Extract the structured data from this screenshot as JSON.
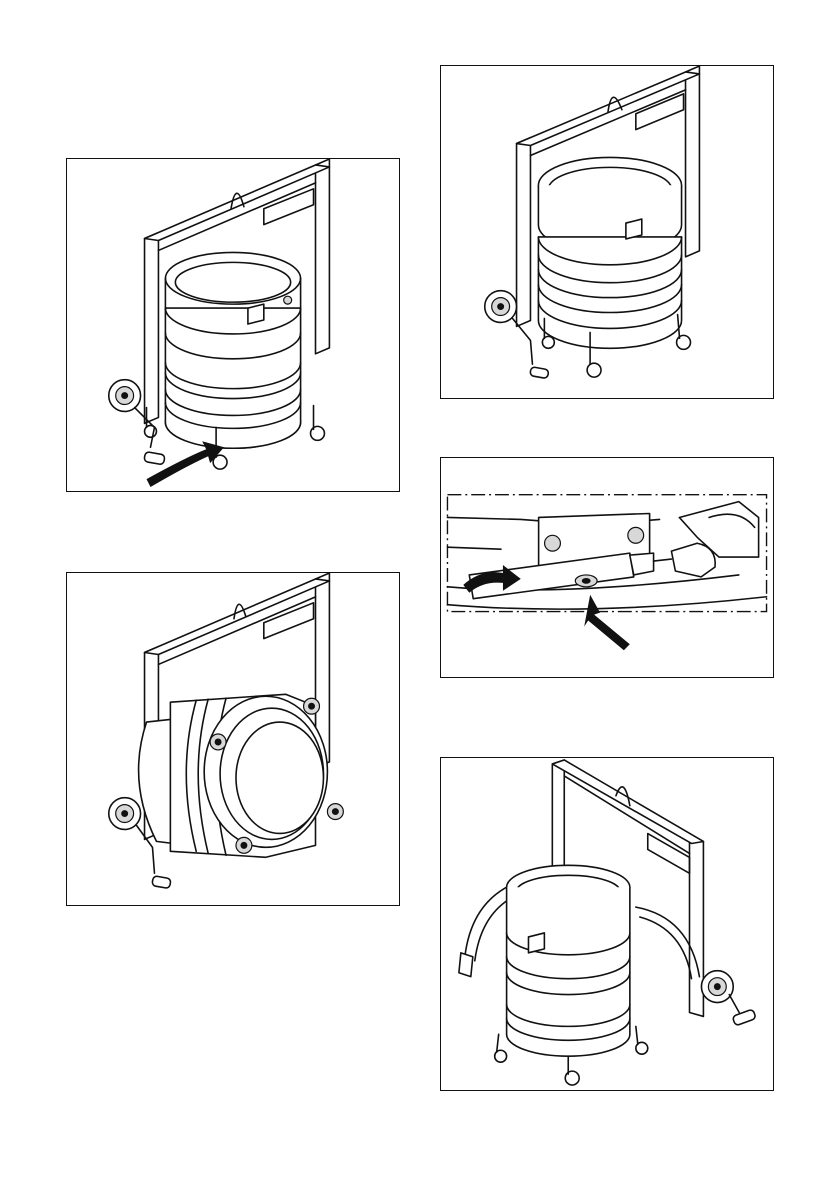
{
  "page": {
    "background": "#ffffff",
    "line_color": "#111111"
  },
  "figures": [
    {
      "id": "fig-1",
      "icon": "rotate-lamp-yoke-illustration",
      "arrow": "curved-arrow"
    },
    {
      "id": "fig-2",
      "icon": "lamp-yoke-vertical-illustration"
    },
    {
      "id": "fig-3",
      "icon": "lock-lever-detail-illustration",
      "arrow": "curved-arrow-and-pointer-arrow"
    },
    {
      "id": "fig-4",
      "icon": "lamp-front-lens-illustration"
    },
    {
      "id": "fig-5",
      "icon": "lamp-ring-open-illustration"
    }
  ]
}
